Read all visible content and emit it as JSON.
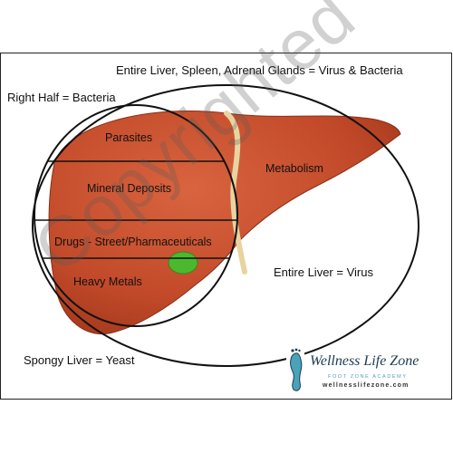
{
  "labels": {
    "entire_liver_spleen": "Entire Liver, Spleen, Adrenal Glands = Virus & Bacteria",
    "right_half": "Right Half = Bacteria",
    "parasites": "Parasites",
    "mineral_deposits": "Mineral Deposits",
    "drugs": "Drugs - Street/Pharmaceuticals",
    "heavy_metals": "Heavy Metals",
    "metabolism": "Metabolism",
    "entire_liver_virus": "Entire Liver = Virus",
    "spongy_liver": "Spongy Liver = Yeast"
  },
  "watermark": "Copyrighted",
  "logo": {
    "title": "Wellness Life Zone",
    "subtitle": "FOOT ZONE ACADEMY",
    "url": "wellnesslifezone.com"
  },
  "colors": {
    "liver": "#c24a2a",
    "liver_dark": "#a13a1e",
    "ligament": "#e8d4a0",
    "gallbladder": "#4cb82e",
    "outline": "#111111"
  }
}
